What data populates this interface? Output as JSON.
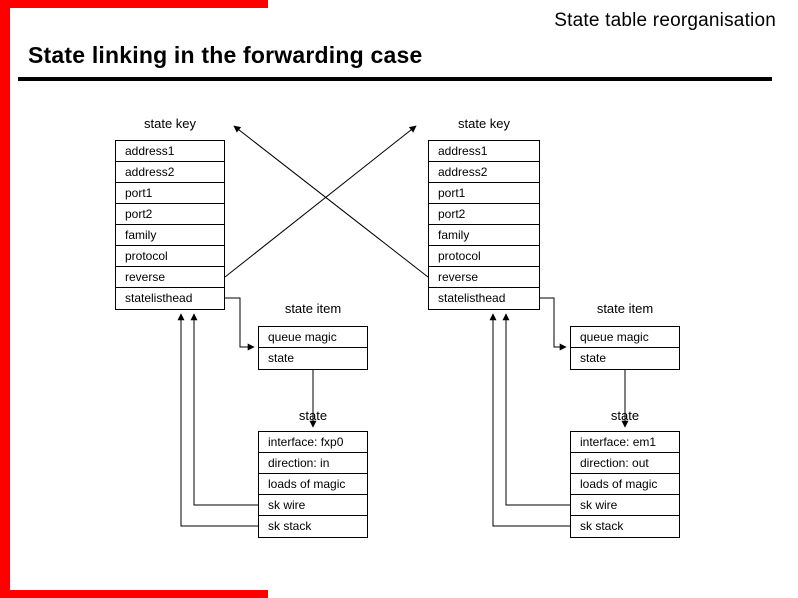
{
  "slide": {
    "header": "State table reorganisation",
    "title": "State linking in the forwarding case"
  },
  "colors": {
    "accent_red": "#ff0000",
    "line": "#000000",
    "background": "#ffffff",
    "text": "#000000"
  },
  "diagram": {
    "left_key": {
      "label": "state key",
      "rows": [
        "address1",
        "address2",
        "port1",
        "port2",
        "family",
        "protocol",
        "reverse",
        "statelisthead"
      ]
    },
    "right_key": {
      "label": "state key",
      "rows": [
        "address1",
        "address2",
        "port1",
        "port2",
        "family",
        "protocol",
        "reverse",
        "statelisthead"
      ]
    },
    "left_item": {
      "label": "state item",
      "rows": [
        "queue magic",
        "state"
      ]
    },
    "right_item": {
      "label": "state item",
      "rows": [
        "queue magic",
        "state"
      ]
    },
    "left_state": {
      "label": "state",
      "rows": [
        "interface: fxp0",
        "direction: in",
        "loads of magic",
        "sk wire",
        "sk stack"
      ]
    },
    "right_state": {
      "label": "state",
      "rows": [
        "interface: em1",
        "direction: out",
        "loads of magic",
        "sk wire",
        "sk stack"
      ]
    }
  }
}
